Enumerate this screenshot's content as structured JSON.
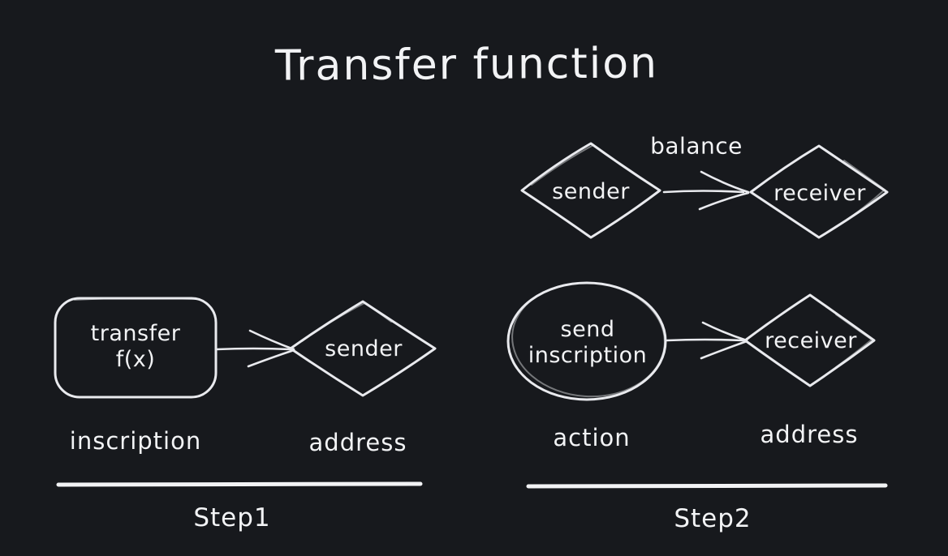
{
  "title": "Transfer function",
  "colors": {
    "background": "#17191d",
    "stroke": "#e9eaee",
    "text": "#f2f3f5"
  },
  "balance_flow": {
    "sender_label": "sender",
    "arrow_label": "balance",
    "receiver_label": "receiver"
  },
  "step1": {
    "box_label_line1": "transfer",
    "box_label_line2": "f(x)",
    "diamond_label": "sender",
    "box_caption": "inscription",
    "diamond_caption": "address",
    "step_label": "Step1"
  },
  "step2": {
    "ellipse_label_line1": "send",
    "ellipse_label_line2": "inscription",
    "diamond_label": "receiver",
    "ellipse_caption": "action",
    "diamond_caption": "address",
    "step_label": "Step2"
  }
}
